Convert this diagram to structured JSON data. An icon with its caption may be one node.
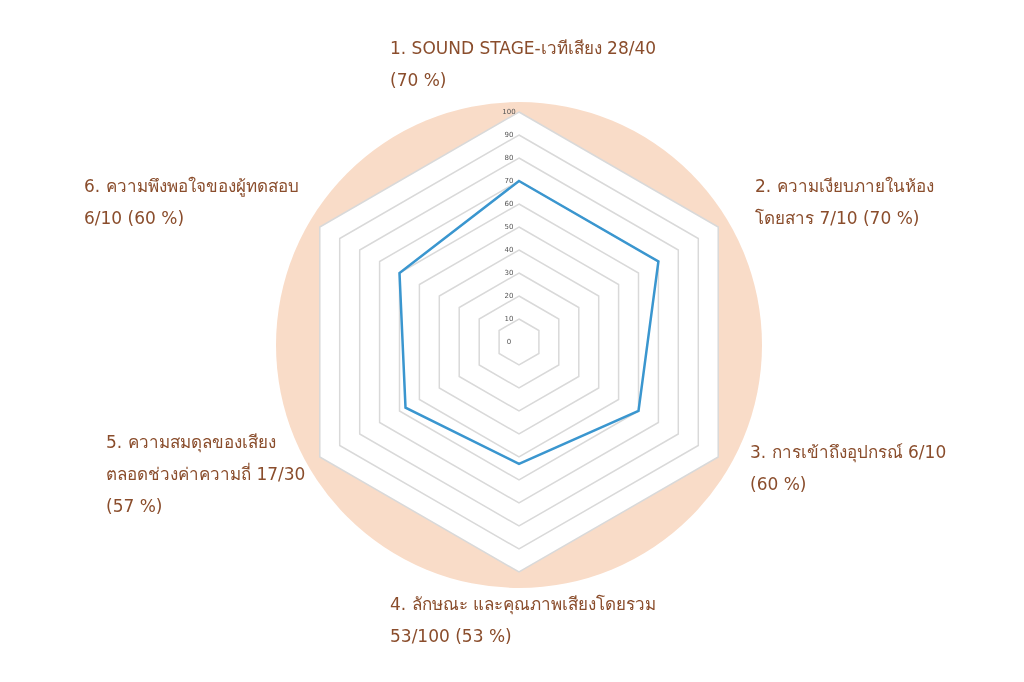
{
  "diagram": {
    "labels": [
      "1. SOUND STAGE-เวทีเสียง 28/40 (70 %)",
      "6. ความพึงพอใจของผู้ทดสอบ 6/10 (60 %)",
      "2. ความเงียบภายในห้องโดยสาร 7/10 (70 %)",
      "5. ความสมดุลของเสียงตลอดช่วงค่าความถี่ 17/30 (57 %)",
      "3. การเข้าถึงอุปกรณ์ 6/10 (60 %)",
      "4. ลักษณะ และคุณภาพเสียงโดยรวม 53/100 (53 %)",
      "100",
      "90",
      "80",
      "70",
      "60",
      "50",
      "40",
      "30",
      "20",
      "10",
      "0"
    ]
  }
}
